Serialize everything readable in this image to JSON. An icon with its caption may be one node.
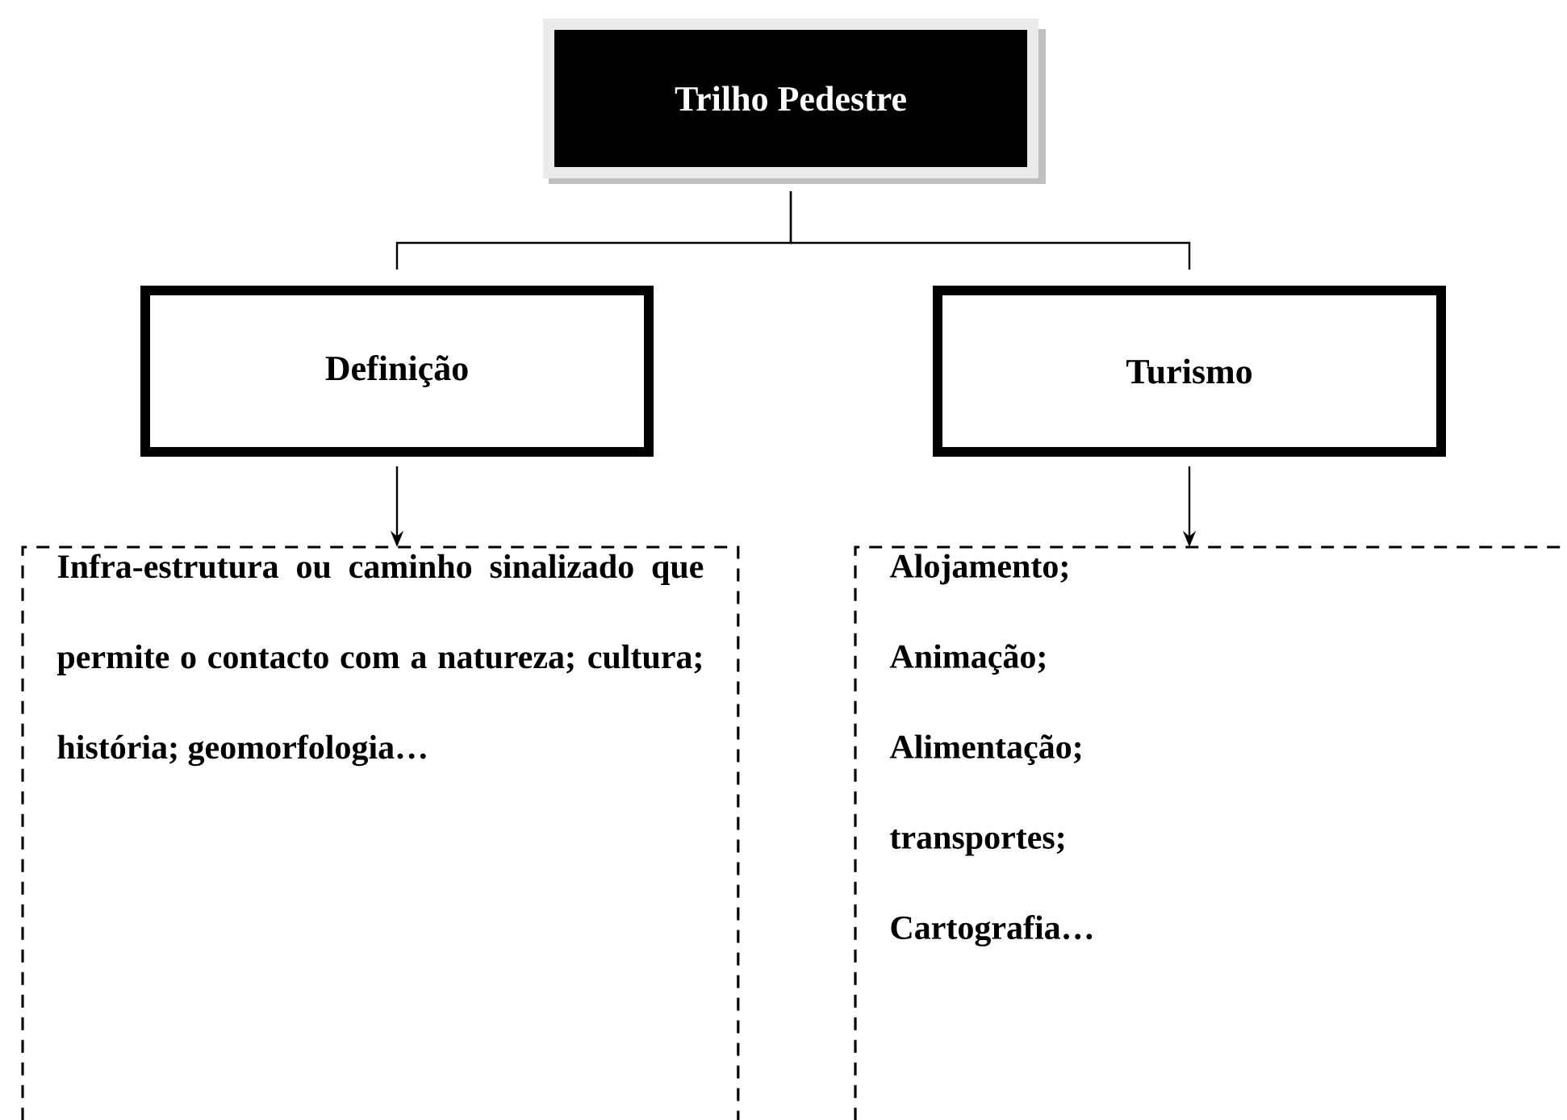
{
  "diagram": {
    "nodes": [
      {
        "text": [
          "Trilho Pedestre"
        ]
      },
      {
        "text": [
          "Definição"
        ]
      },
      {
        "text": [
          "Turismo"
        ]
      },
      {
        "text": [
          "Infra-estrutura ou caminho sinalizado que permite o contacto com a natureza; cultura; história; geomorfologia…"
        ]
      },
      {
        "text": [
          "Alojamento;",
          "Animação;",
          "Alimentação;",
          "transportes;",
          "Cartografia…"
        ]
      }
    ],
    "edges": [
      {
        "from": 0,
        "to": 1,
        "arrow": "none"
      },
      {
        "from": 0,
        "to": 2,
        "arrow": "none"
      },
      {
        "from": 1,
        "to": 3,
        "arrow": "to"
      },
      {
        "from": 2,
        "to": 4,
        "arrow": "to"
      }
    ]
  }
}
